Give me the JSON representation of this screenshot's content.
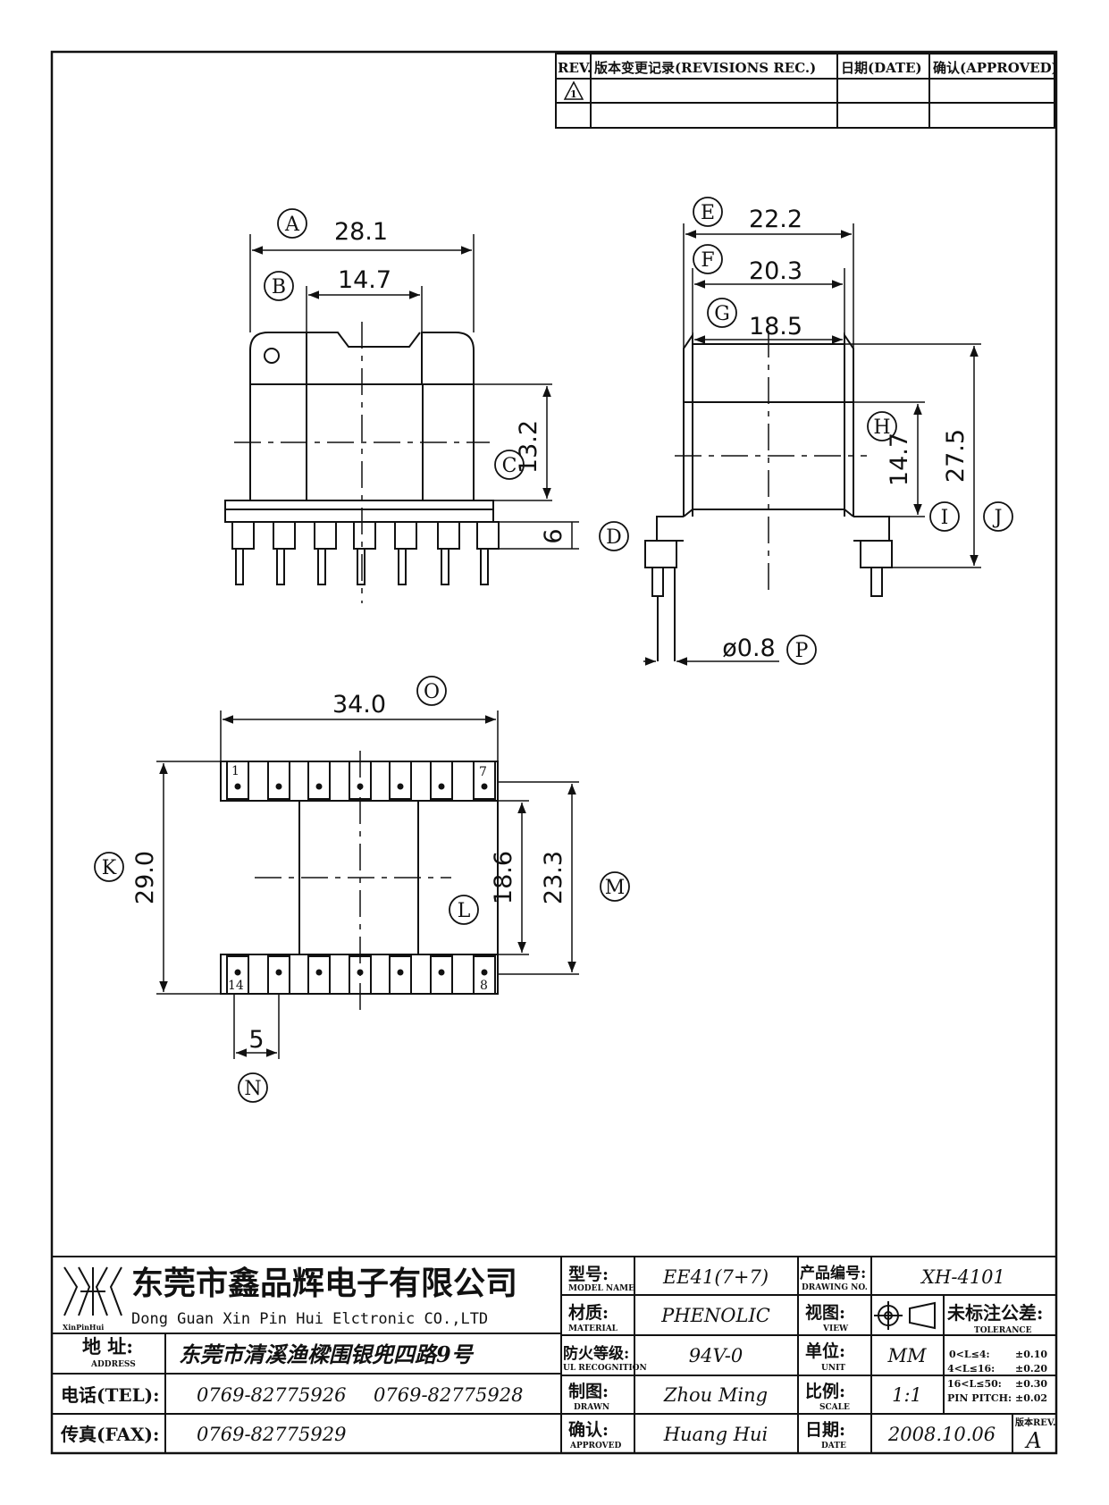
{
  "revision_table": {
    "col_rev": "REV.",
    "col_record": "版本变更记录(REVISIONS REC.)",
    "col_date": "日期(DATE)",
    "col_approved": "确认(APPROVED)",
    "rev_symbol": "1"
  },
  "drawing": {
    "labels": {
      "a": "A",
      "b": "B",
      "c": "C",
      "d": "D",
      "e": "E",
      "f": "F",
      "g": "G",
      "h": "H",
      "i": "I",
      "j": "J",
      "k": "K",
      "l": "L",
      "m": "M",
      "n": "N",
      "o": "O",
      "p": "P"
    },
    "dimensions": {
      "a": "28.1",
      "b": "14.7",
      "c": "13.2",
      "d": "6",
      "e": "22.2",
      "f": "20.3",
      "g": "18.5",
      "h": "14.7",
      "j": "27.5",
      "p": "ø0.8",
      "o": "34.0",
      "k": "29.0",
      "l": "18.6",
      "m": "23.3",
      "n": "5"
    },
    "pins": {
      "p1": "1",
      "p7": "7",
      "p14": "14",
      "p8": "8"
    }
  },
  "title_block": {
    "company_cn": "东莞市鑫品辉电子有限公司",
    "company_en": "Dong Guan Xin Pin Hui Elctronic CO.,LTD",
    "logo_text": "XinPinHui",
    "address_label_cn": "地  址:",
    "address_label_en": "ADDRESS",
    "address": "东莞市清溪渔樑围银兜四路9号",
    "tel_label": "电话(TEL):",
    "tel1": "0769-82775926",
    "tel2": "0769-82775928",
    "fax_label": "传真(FAX):",
    "fax": "0769-82775929",
    "model_label_cn": "型号:",
    "model_label_en": "MODEL NAME",
    "model": "EE41(7+7)",
    "material_label_cn": "材质:",
    "material_label_en": "MATERIAL",
    "material": "PHENOLIC",
    "flame_label_cn": "防火等级:",
    "flame_label_en": "UL RECOGNITION",
    "flame": "94V-0",
    "drawn_label_cn": "制图:",
    "drawn_label_en": "DRAWN",
    "drawn": "Zhou Ming",
    "approved_label_cn": "确认:",
    "approved_label_en": "APPROVED",
    "approved": "Huang Hui",
    "drawing_no_label_cn": "产品编号:",
    "drawing_no_label_en": "DRAWING NO.",
    "drawing_no": "XH-4101",
    "view_label_cn": "视图:",
    "view_label_en": "VIEW",
    "unit_label_cn": "单位:",
    "unit_label_en": "UNIT",
    "unit": "MM",
    "scale_label_cn": "比例:",
    "scale_label_en": "SCALE",
    "scale": "1:1",
    "date_label_cn": "日期:",
    "date_label_en": "DATE",
    "date": "2008.10.06",
    "rev_label": "版本REV.",
    "rev": "A",
    "tolerance_label_cn": "未标注公差:",
    "tolerance_label_en": "TOLERANCE",
    "tolerance_rows": [
      {
        "range": "0<L≤4:",
        "value": "±0.10"
      },
      {
        "range": "4<L≤16:",
        "value": "±0.20"
      },
      {
        "range": "16<L≤50:",
        "value": "±0.30"
      },
      {
        "range": "PIN PITCH:",
        "value": "±0.02"
      }
    ]
  }
}
